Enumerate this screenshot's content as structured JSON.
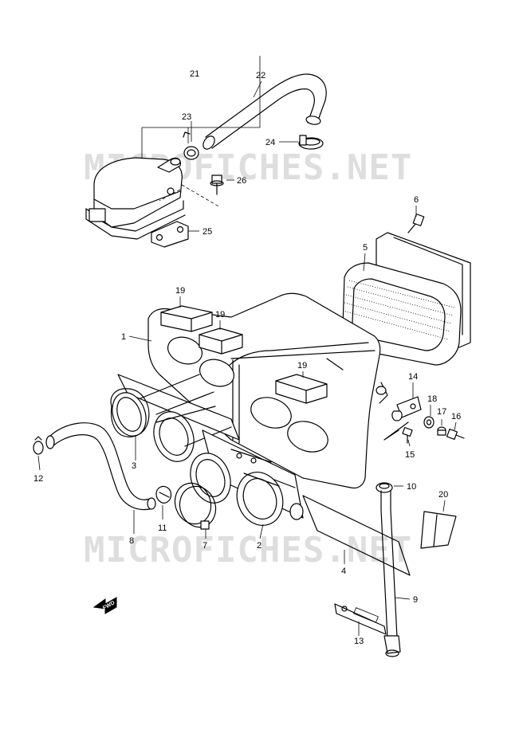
{
  "watermark": {
    "text": "MICROFICHES.NET"
  },
  "direction_marker": {
    "label": "FWD"
  },
  "callouts": [
    {
      "id": "c21",
      "label": "21"
    },
    {
      "id": "c22",
      "label": "22"
    },
    {
      "id": "c23",
      "label": "23"
    },
    {
      "id": "c24",
      "label": "24"
    },
    {
      "id": "c26",
      "label": "26"
    },
    {
      "id": "c25",
      "label": "25"
    },
    {
      "id": "c6",
      "label": "6"
    },
    {
      "id": "c5",
      "label": "5"
    },
    {
      "id": "c19a",
      "label": "19"
    },
    {
      "id": "c19b",
      "label": "19"
    },
    {
      "id": "c19c",
      "label": "19"
    },
    {
      "id": "c1",
      "label": "1"
    },
    {
      "id": "c14",
      "label": "14"
    },
    {
      "id": "c18",
      "label": "18"
    },
    {
      "id": "c17",
      "label": "17"
    },
    {
      "id": "c16",
      "label": "16"
    },
    {
      "id": "c15",
      "label": "15"
    },
    {
      "id": "c3",
      "label": "3"
    },
    {
      "id": "c12",
      "label": "12"
    },
    {
      "id": "c10",
      "label": "10"
    },
    {
      "id": "c20",
      "label": "20"
    },
    {
      "id": "c11",
      "label": "11"
    },
    {
      "id": "c8",
      "label": "8"
    },
    {
      "id": "c7",
      "label": "7"
    },
    {
      "id": "c2",
      "label": "2"
    },
    {
      "id": "c4",
      "label": "4"
    },
    {
      "id": "c9",
      "label": "9"
    },
    {
      "id": "c13",
      "label": "13"
    }
  ]
}
